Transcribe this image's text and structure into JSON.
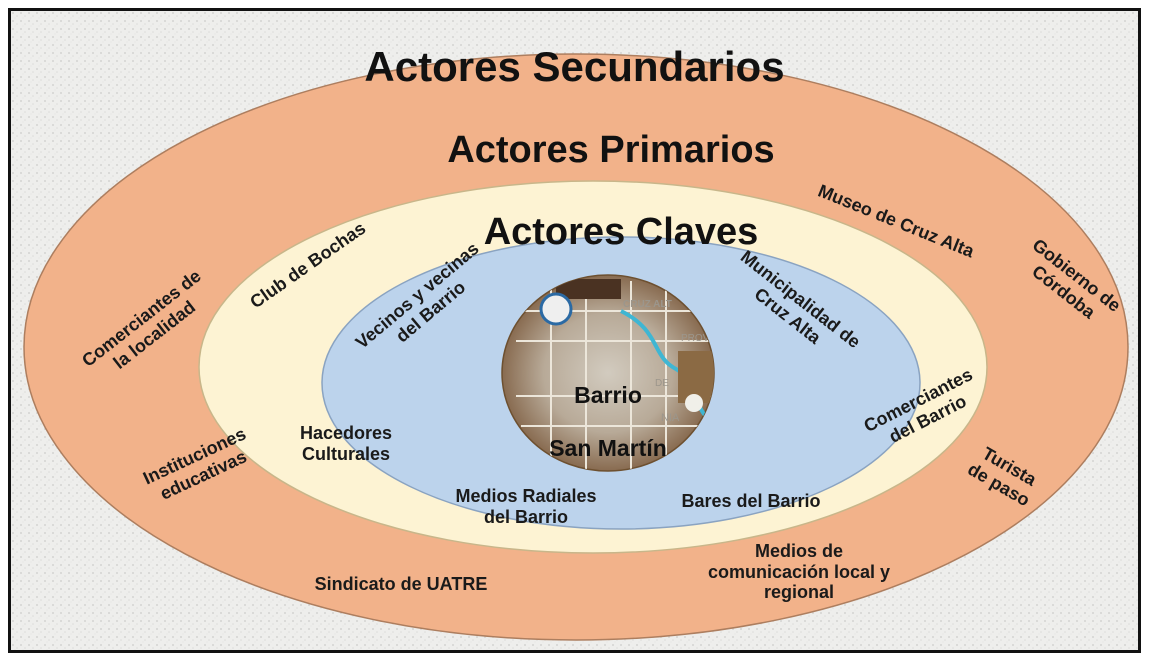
{
  "diagram": {
    "rings": {
      "outer": {
        "title": "Actores Secundarios",
        "color": "#f2b28a"
      },
      "middle": {
        "title": "Actores Primarios",
        "color": "#fdf3d3"
      },
      "inner": {
        "title": "Actores Claves",
        "color": "#bcd3ec"
      }
    },
    "center": {
      "line1": "Barrio",
      "line2": "San Martín"
    },
    "secundarios": {
      "comerciantes_localidad": "Comerciantes de\nla localidad",
      "instituciones": "Instituciones\neducativas",
      "sindicato": "Sindicato de UATRE",
      "medios_comunicacion": "Medios de\ncomunicación local y\nregional",
      "turista": "Turista\nde paso",
      "gobierno": "Gobierno de\nCórdoba"
    },
    "primarios": {
      "club": "Club de Bochas",
      "hacedores": "Hacedores\nCulturales",
      "medios_radiales": "Medios Radiales\ndel Barrio",
      "bares": "Bares del Barrio",
      "comerciantes_barrio": "Comerciantes\ndel Barrio",
      "museo": "Museo de Cruz Alta"
    },
    "claves": {
      "vecinos": "Vecinos y vecinas\ndel Barrio",
      "municipalidad": "Municipalidad de\nCruz Alta"
    },
    "map_photo_text": {
      "cruz": "CRUZ ALT",
      "prov": "PROV",
      "de": "DE",
      "nia": "NIA"
    }
  }
}
